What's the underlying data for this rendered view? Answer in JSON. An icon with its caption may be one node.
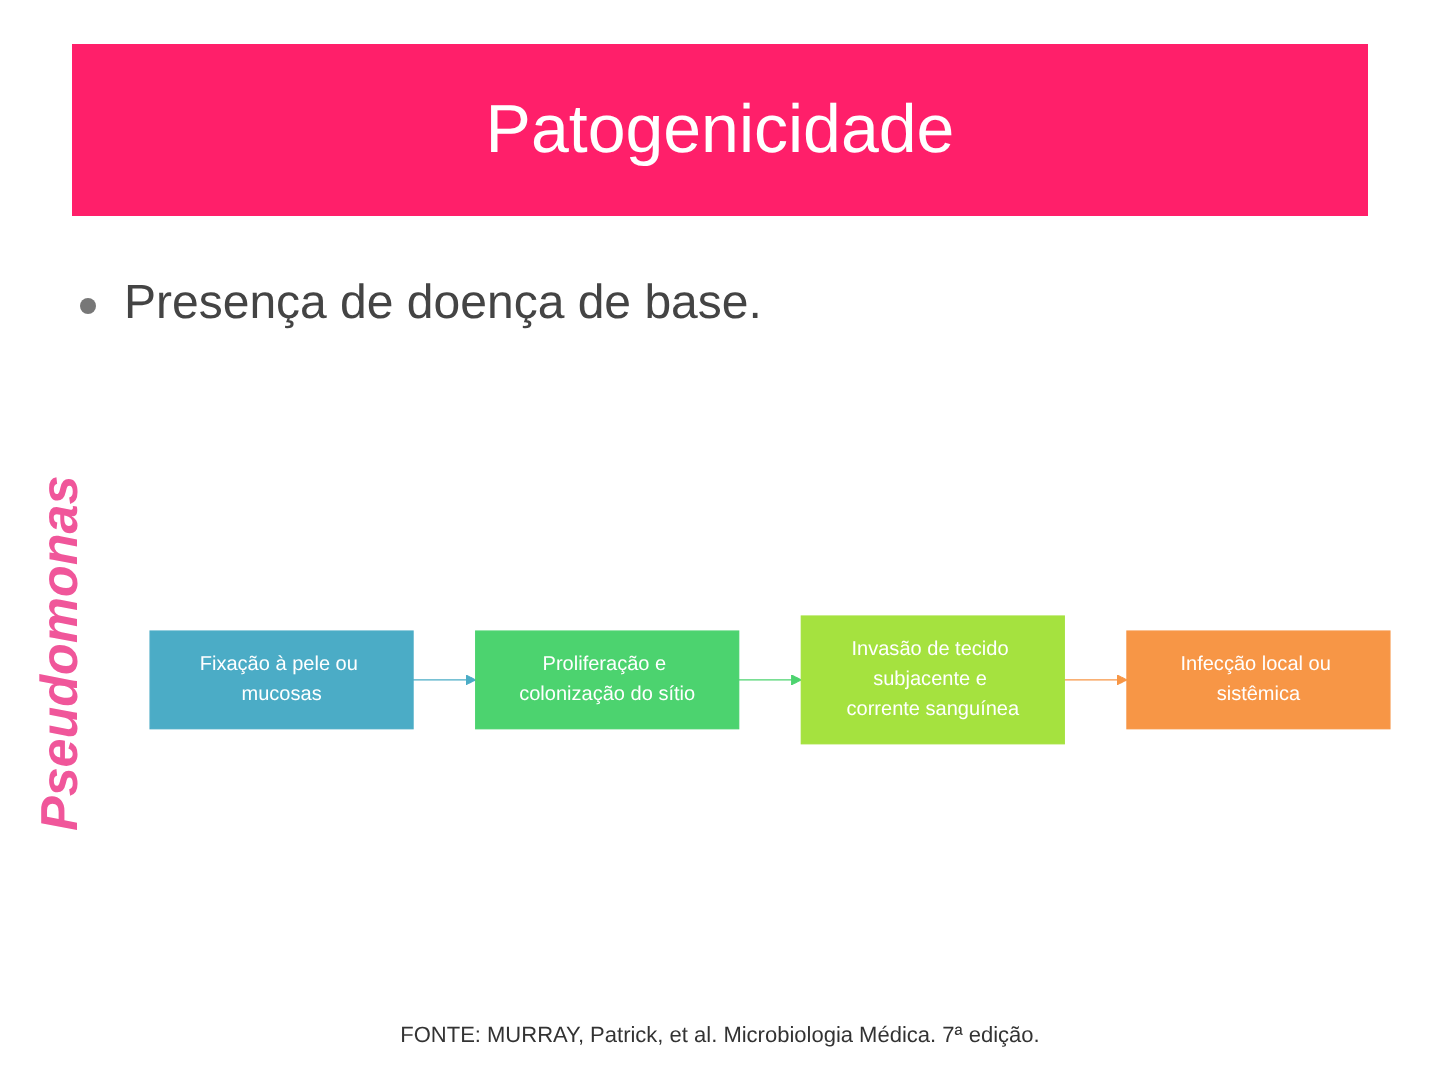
{
  "diagram": {
    "title": "Patogenicidade",
    "nodes": [
      {
        "text": [
          "Fixação à pele ou mucosas"
        ]
      },
      {
        "text": [
          "Proliferação e colonização do sítio"
        ]
      },
      {
        "text": [
          "Invasão de tecido subjacente e corrente sanguínea"
        ]
      },
      {
        "text": [
          "Infecção local ou sistêmica"
        ]
      }
    ],
    "edges": [
      {
        "from": 0,
        "to": 1,
        "arrow": "to",
        "color": "#4bacc6"
      },
      {
        "from": 1,
        "to": 2,
        "arrow": "to",
        "color": "#4cd36f"
      },
      {
        "from": 2,
        "to": 3,
        "arrow": "to",
        "color": "#f79646"
      }
    ],
    "labels": [
      "Presença de doença de base.",
      "Pseudomonas",
      "FONTE: MURRAY, Patrick, et al. Microbiologia Médica. 7ª edição."
    ]
  }
}
